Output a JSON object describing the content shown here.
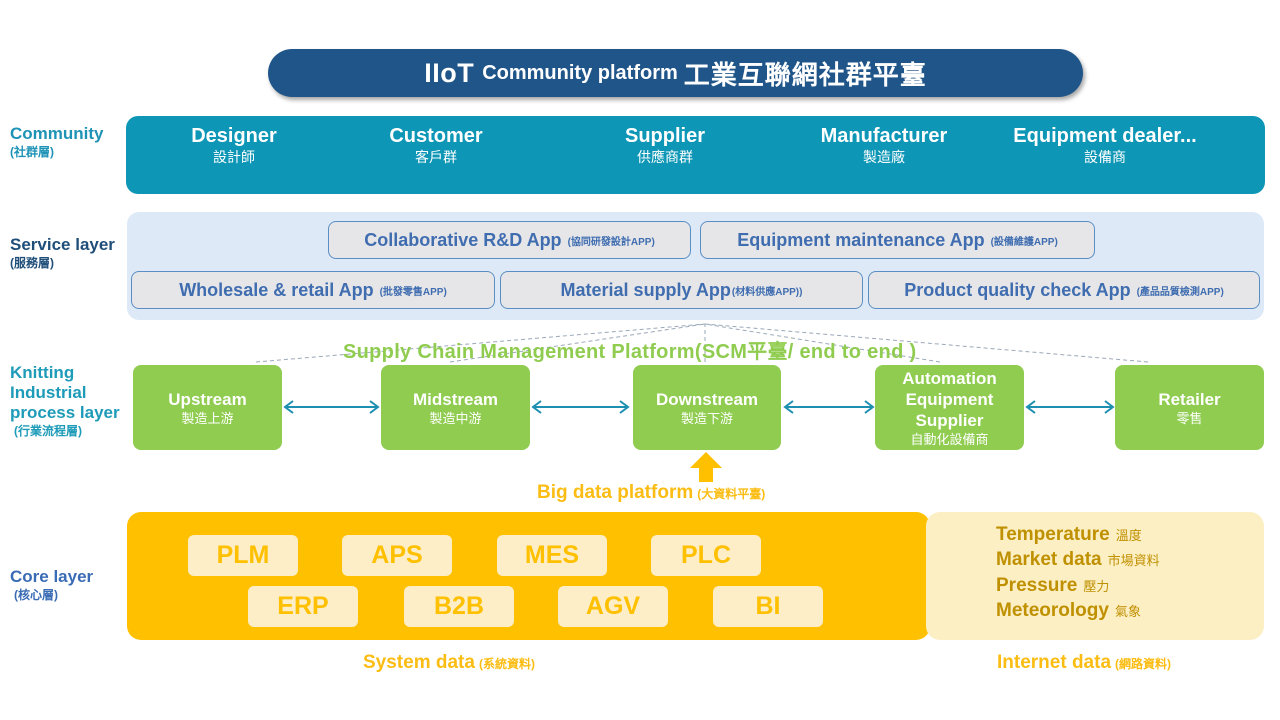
{
  "title": {
    "part1": "IIoT",
    "part2": "Community platform",
    "part3": "工業互聯網社群平臺"
  },
  "layers": {
    "community": {
      "label": "Community",
      "sub": "(社群層)"
    },
    "service": {
      "label": "Service layer",
      "sub": "(服務層)"
    },
    "process": {
      "label_lines": [
        "Knitting",
        "Industrial",
        "process layer"
      ],
      "sub": "(行業流程層)"
    },
    "core": {
      "label": "Core layer",
      "sub": "(核心層)"
    }
  },
  "community": {
    "items": [
      {
        "en": "Designer",
        "zh": "設計師"
      },
      {
        "en": "Customer",
        "zh": "客戶群"
      },
      {
        "en": "Supplier",
        "zh": "供應商群"
      },
      {
        "en": "Manufacturer",
        "zh": "製造廠"
      },
      {
        "en": "Equipment dealer...",
        "zh": "設備商"
      }
    ]
  },
  "service": {
    "apps": [
      {
        "en": "Collaborative R&D App",
        "zh": "(協同研發設計APP)"
      },
      {
        "en": "Equipment maintenance App",
        "zh": "(設備維護APP)"
      },
      {
        "en": "Wholesale & retail App",
        "zh": "(批發零售APP)"
      },
      {
        "en": "Material supply App",
        "zh": "(材料供應APP))"
      },
      {
        "en": "Product quality check App",
        "zh": "(產品品質檢測APP)"
      }
    ]
  },
  "scm": {
    "title": "Supply Chain Management Platform(SCM平臺/ end to end )"
  },
  "process": {
    "nodes": [
      {
        "en": "Upstream",
        "zh": "製造上游"
      },
      {
        "en": "Midstream",
        "zh": "製造中游"
      },
      {
        "en": "Downstream",
        "zh": "製造下游"
      },
      {
        "en_lines": [
          "Automation",
          "Equipment",
          "Supplier"
        ],
        "zh": "自動化設備商"
      },
      {
        "en": "Retailer",
        "zh": "零售"
      }
    ]
  },
  "bigdata": {
    "en": "Big data platform",
    "zh": "(大資料平臺)"
  },
  "core": {
    "systems_row1": [
      "PLM",
      "APS",
      "MES",
      "PLC"
    ],
    "systems_row2": [
      "ERP",
      "B2B",
      "AGV",
      "BI"
    ],
    "internet_items": [
      {
        "en": "Temperature",
        "zh": "溫度"
      },
      {
        "en": "Market data",
        "zh": "市場資料"
      },
      {
        "en": "Pressure",
        "zh": "壓力"
      },
      {
        "en": "Meteorology",
        "zh": "氣象"
      }
    ]
  },
  "data_sources": {
    "system": {
      "en": "System data",
      "zh": "(系統資料)"
    },
    "internet": {
      "en": "Internet data",
      "zh": "(網路資料)"
    }
  },
  "colors": {
    "title_bg": "#1f5588",
    "community_bg": "#0d96b6",
    "service_bg": "#dde9f6",
    "app_text": "#3f6db0",
    "process_green": "#8fcc4f",
    "arrow_teal": "#1d8fb0",
    "core_yellow": "#ffc000",
    "internet_bg": "#fdefc4",
    "internet_text": "#bf9000"
  }
}
